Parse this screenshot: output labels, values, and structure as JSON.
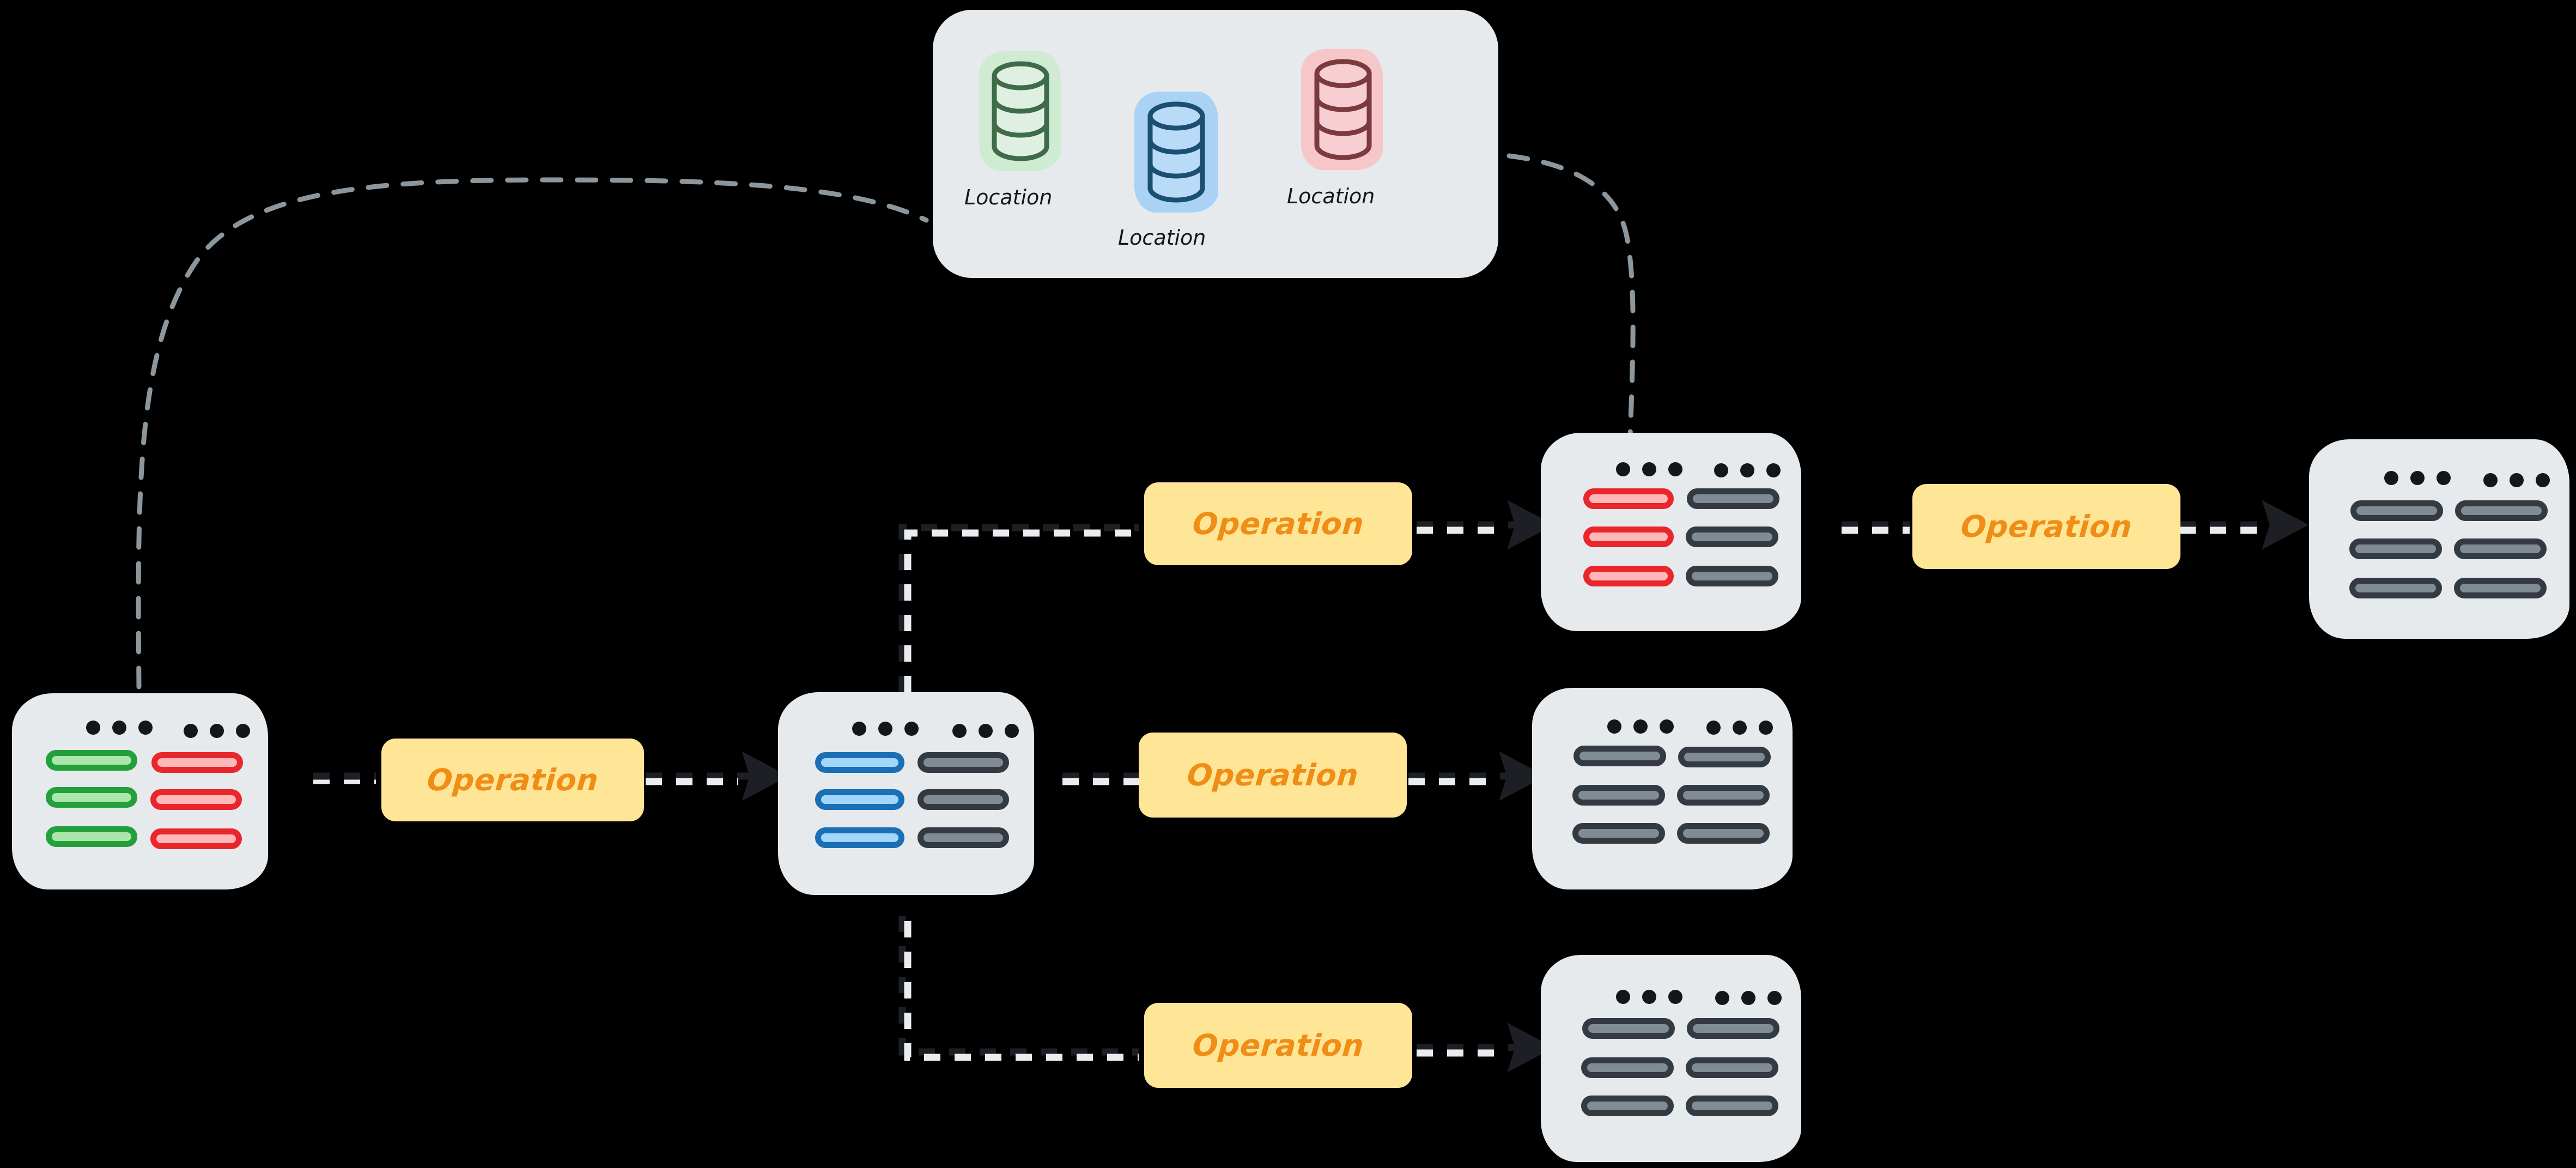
{
  "diagram": {
    "title": "Data pipeline fan-out diagram",
    "background_color": "#000000",
    "card_color": "#e6eaed",
    "operation_label": "Operation",
    "operation_fill": "#ffe696",
    "operation_text_color": "#ef8d16",
    "column_header_glyph": "•••",
    "edge_style": "dashed",
    "edge_arrow_color": "#1d1f24",
    "edge_curve_color": "#8b969d"
  },
  "location_card": {
    "name": "locations",
    "databases": [
      {
        "label": "Location",
        "accent": "#cfecd3",
        "stroke": "#3e6b4a",
        "fill": "#dff0e2"
      },
      {
        "label": "Location",
        "accent": "#a9d2f5",
        "stroke": "#1b4f72",
        "fill": "#b9dbf8"
      },
      {
        "label": "Location",
        "accent": "#f6c6c9",
        "stroke": "#7a3a3f",
        "fill": "#f7cfd2"
      }
    ]
  },
  "tables": [
    {
      "id": "source-table",
      "headers": [
        "•••",
        "•••"
      ],
      "rows": [
        {
          "left": {
            "color": "green"
          },
          "right": {
            "color": "red"
          }
        },
        {
          "left": {
            "color": "green"
          },
          "right": {
            "color": "red"
          }
        },
        {
          "left": {
            "color": "green"
          },
          "right": {
            "color": "red"
          }
        }
      ]
    },
    {
      "id": "stage-table",
      "headers": [
        "•••",
        "•••"
      ],
      "rows": [
        {
          "left": {
            "color": "blue"
          },
          "right": {
            "color": "gray"
          }
        },
        {
          "left": {
            "color": "blue"
          },
          "right": {
            "color": "gray"
          }
        },
        {
          "left": {
            "color": "blue"
          },
          "right": {
            "color": "gray"
          }
        }
      ]
    },
    {
      "id": "branch-top-table",
      "headers": [
        "•••",
        "•••"
      ],
      "rows": [
        {
          "left": {
            "color": "red"
          },
          "right": {
            "color": "gray"
          }
        },
        {
          "left": {
            "color": "red"
          },
          "right": {
            "color": "gray"
          }
        },
        {
          "left": {
            "color": "red"
          },
          "right": {
            "color": "gray"
          }
        }
      ]
    },
    {
      "id": "branch-middle-table",
      "headers": [
        "•••",
        "•••"
      ],
      "rows": [
        {
          "left": {
            "color": "gray"
          },
          "right": {
            "color": "gray"
          }
        },
        {
          "left": {
            "color": "gray"
          },
          "right": {
            "color": "gray"
          }
        },
        {
          "left": {
            "color": "gray"
          },
          "right": {
            "color": "gray"
          }
        }
      ]
    },
    {
      "id": "branch-bottom-table",
      "headers": [
        "•••",
        "•••"
      ],
      "rows": [
        {
          "left": {
            "color": "gray"
          },
          "right": {
            "color": "gray"
          }
        },
        {
          "left": {
            "color": "gray"
          },
          "right": {
            "color": "gray"
          }
        },
        {
          "left": {
            "color": "gray"
          },
          "right": {
            "color": "gray"
          }
        }
      ]
    },
    {
      "id": "final-table",
      "headers": [
        "•••",
        "•••"
      ],
      "rows": [
        {
          "left": {
            "color": "gray"
          },
          "right": {
            "color": "gray"
          }
        },
        {
          "left": {
            "color": "gray"
          },
          "right": {
            "color": "gray"
          }
        },
        {
          "left": {
            "color": "gray"
          },
          "right": {
            "color": "gray"
          }
        }
      ]
    }
  ],
  "operations": [
    {
      "id": "op-source-to-stage",
      "label": "Operation"
    },
    {
      "id": "op-branch-top",
      "label": "Operation"
    },
    {
      "id": "op-branch-middle",
      "label": "Operation"
    },
    {
      "id": "op-branch-bottom",
      "label": "Operation"
    },
    {
      "id": "op-final",
      "label": "Operation"
    }
  ]
}
